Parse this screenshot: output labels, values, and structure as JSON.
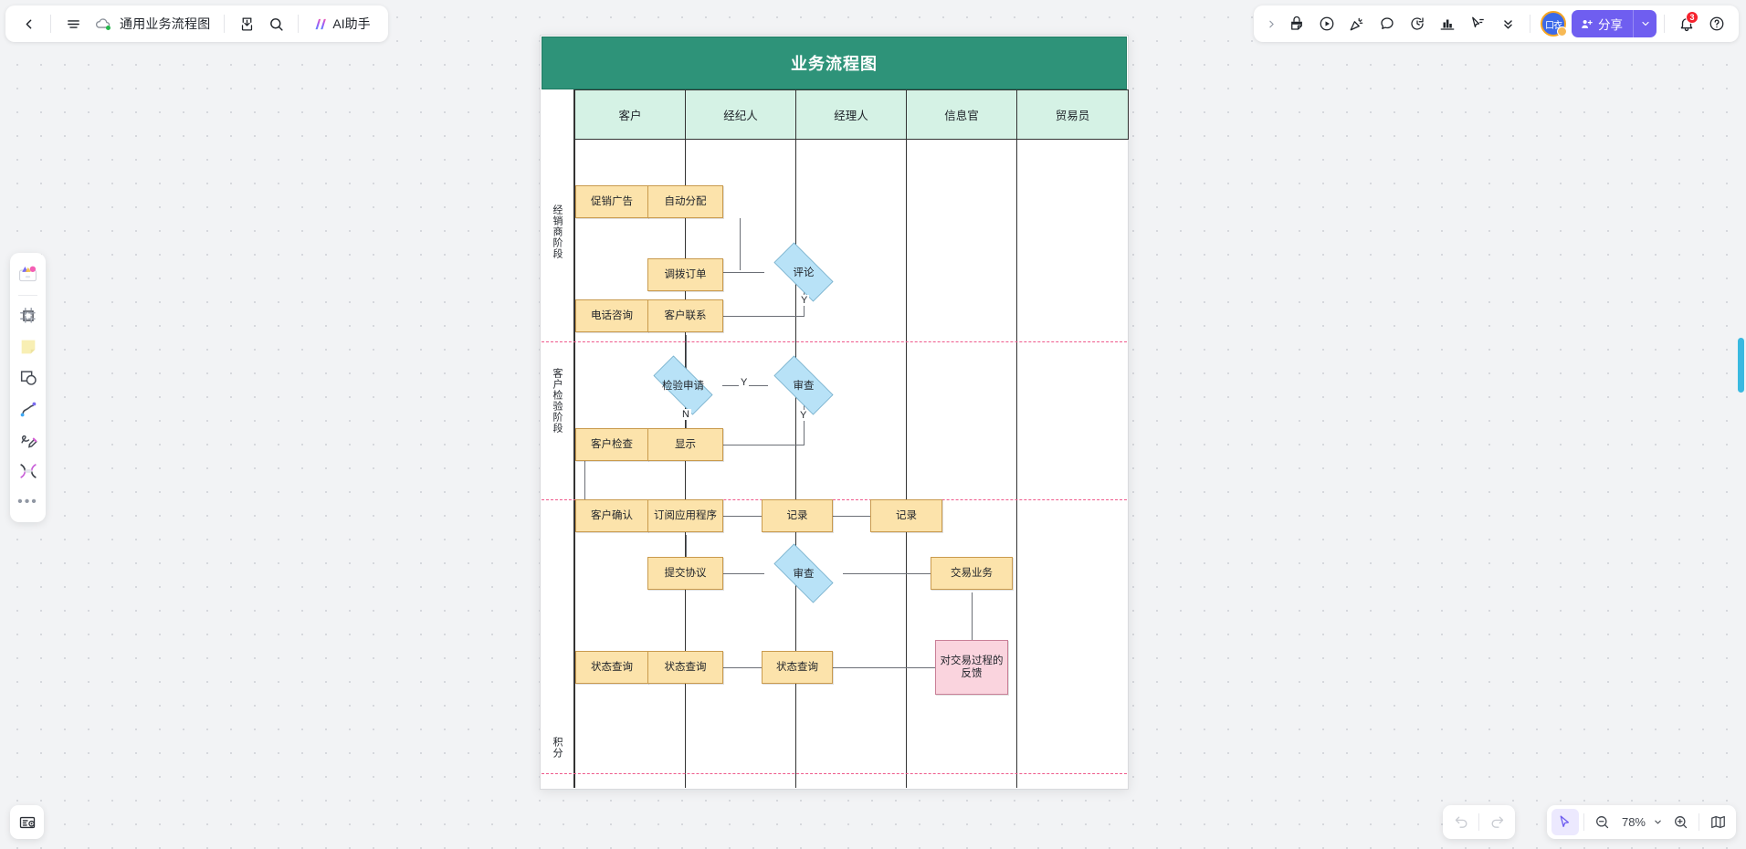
{
  "app": {
    "doc_title": "通用业务流程图",
    "ai_button_label": "AI助手",
    "share_label": "分享",
    "avatar_initials": "口衣",
    "notification_count": "3",
    "zoom_level": "78%"
  },
  "topbar_left_icons": [
    {
      "name": "back-icon"
    },
    {
      "name": "menu-icon"
    },
    {
      "name": "cloud-sync-icon"
    },
    {
      "name": "download-icon"
    },
    {
      "name": "search-icon"
    }
  ],
  "topbar_right_icons": [
    {
      "name": "expand-chevron-icon"
    },
    {
      "name": "sticky-lock-icon"
    },
    {
      "name": "play-circle-icon"
    },
    {
      "name": "celebrate-icon"
    },
    {
      "name": "comment-icon"
    },
    {
      "name": "history-icon"
    },
    {
      "name": "chart-icon"
    },
    {
      "name": "cursor-select-icon"
    },
    {
      "name": "chevrons-down-icon"
    },
    {
      "name": "bell-icon"
    },
    {
      "name": "help-icon"
    }
  ],
  "tooldock": [
    {
      "name": "templates-icon"
    },
    {
      "name": "frame-icon"
    },
    {
      "name": "sticky-note-icon"
    },
    {
      "name": "shapes-icon"
    },
    {
      "name": "connector-icon"
    },
    {
      "name": "pen-icon"
    },
    {
      "name": "text-icon"
    },
    {
      "name": "more-tools-icon"
    }
  ],
  "bottom_bar": {
    "undo_label": "undo-icon",
    "redo_label": "redo-icon",
    "pointer_label": "pointer-icon",
    "zoom_out_label": "zoom-out-icon",
    "zoom_in_label": "zoom-in-icon",
    "minimap_label": "minimap-icon",
    "settings_label": "board-settings-icon"
  },
  "chart_data": {
    "type": "diagram",
    "diagram_kind": "swimlane-flowchart",
    "title": "业务流程图",
    "columns": [
      "客户",
      "经纪人",
      "经理人",
      "信息官",
      "贸易员"
    ],
    "lanes": [
      "经销商阶段",
      "客户检验阶段",
      "",
      "积分"
    ],
    "nodes": [
      {
        "id": "n1",
        "label": "促销广告",
        "shape": "process",
        "lane": 0,
        "column": "客户"
      },
      {
        "id": "n2",
        "label": "自动分配",
        "shape": "process",
        "lane": 0,
        "column": "经纪人"
      },
      {
        "id": "n3",
        "label": "调拨订单",
        "shape": "process",
        "lane": 0,
        "column": "经纪人"
      },
      {
        "id": "n4",
        "label": "评论",
        "shape": "decision",
        "lane": 0,
        "column": "经理人"
      },
      {
        "id": "n5",
        "label": "电话咨询",
        "shape": "process",
        "lane": 0,
        "column": "客户"
      },
      {
        "id": "n6",
        "label": "客户联系",
        "shape": "process",
        "lane": 0,
        "column": "经纪人"
      },
      {
        "id": "n7",
        "label": "检验申请",
        "shape": "decision",
        "lane": 1,
        "column": "经纪人"
      },
      {
        "id": "n8",
        "label": "审查",
        "shape": "decision",
        "lane": 1,
        "column": "经理人"
      },
      {
        "id": "n9",
        "label": "客户检查",
        "shape": "process",
        "lane": 1,
        "column": "客户"
      },
      {
        "id": "n10",
        "label": "显示",
        "shape": "process",
        "lane": 1,
        "column": "经纪人"
      },
      {
        "id": "n11",
        "label": "客户确认",
        "shape": "process",
        "lane": 2,
        "column": "客户"
      },
      {
        "id": "n12",
        "label": "订阅应用程序",
        "shape": "process",
        "lane": 2,
        "column": "经纪人"
      },
      {
        "id": "n13",
        "label": "记录",
        "shape": "process",
        "lane": 2,
        "column": "经理人"
      },
      {
        "id": "n14",
        "label": "记录",
        "shape": "process",
        "lane": 2,
        "column": "信息官"
      },
      {
        "id": "n15",
        "label": "提交协议",
        "shape": "process",
        "lane": 2,
        "column": "经纪人"
      },
      {
        "id": "n16",
        "label": "审查",
        "shape": "decision",
        "lane": 2,
        "column": "经理人"
      },
      {
        "id": "n17",
        "label": "交易业务",
        "shape": "process",
        "lane": 2,
        "column": "贸易员"
      },
      {
        "id": "n18",
        "label": "状态查询",
        "shape": "process",
        "lane": 3,
        "column": "客户"
      },
      {
        "id": "n19",
        "label": "状态查询",
        "shape": "process",
        "lane": 3,
        "column": "经纪人"
      },
      {
        "id": "n20",
        "label": "状态查询",
        "shape": "process",
        "lane": 3,
        "column": "经理人"
      },
      {
        "id": "n21",
        "label": "对交易过程的反馈",
        "shape": "process-pink",
        "lane": 3,
        "column": "贸易员"
      }
    ],
    "edge_labels": [
      {
        "from": "n4",
        "label": "Y"
      },
      {
        "from": "n7",
        "label": "Y"
      },
      {
        "from": "n7",
        "label": "N"
      },
      {
        "from": "n8",
        "label": "Y"
      }
    ],
    "colors": {
      "title_bar": "#2e9379",
      "header_cell": "#d5f2e5",
      "process": "#fce3ab",
      "decision": "#b8e2f7",
      "pink": "#fad4de",
      "lane_divider": "#ef5a8c"
    }
  }
}
